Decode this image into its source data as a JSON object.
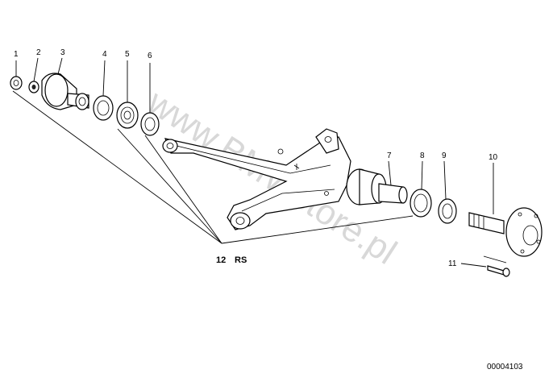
{
  "watermark": "www.BMWstore.pl",
  "diagram_id": "00004103",
  "callouts": [
    {
      "num": "1"
    },
    {
      "num": "2"
    },
    {
      "num": "3"
    },
    {
      "num": "4"
    },
    {
      "num": "5"
    },
    {
      "num": "6"
    },
    {
      "num": "7"
    },
    {
      "num": "8"
    },
    {
      "num": "9"
    },
    {
      "num": "10"
    },
    {
      "num": "11"
    }
  ],
  "group_label": {
    "num": "12",
    "suffix": "RS"
  }
}
